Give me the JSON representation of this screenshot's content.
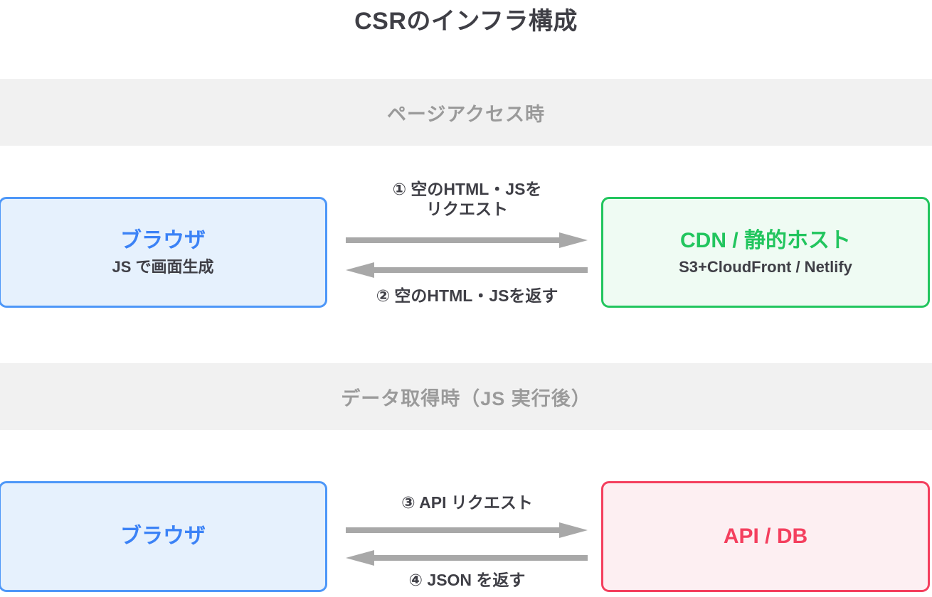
{
  "title": "CSRのインフラ構成",
  "colors": {
    "title_text": "#3f3f46",
    "band_bg": "#f1f1f1",
    "band_text": "#9a9a9a",
    "browser_border": "#4d97f8",
    "browser_bg": "#e6f1fd",
    "browser_text": "#3b82f6",
    "cdn_border": "#22c55e",
    "cdn_bg": "#effbf3",
    "cdn_text": "#22c55e",
    "api_border": "#f43f5e",
    "api_bg": "#fdeff2",
    "api_text": "#f43f5e",
    "arrow": "#a8a8a8",
    "body_text": "#3f3f46"
  },
  "sections": [
    {
      "band_label": "ページアクセス時",
      "left_node": {
        "title": "ブラウザ",
        "subtitle": "JS で画面生成"
      },
      "right_node": {
        "title": "CDN / 静的ホスト",
        "subtitle": "S3+CloudFront / Netlify"
      },
      "arrow_top_label": "① 空のHTML・JSを\nリクエスト",
      "arrow_bottom_label": "② 空のHTML・JSを返す"
    },
    {
      "band_label": "データ取得時（JS 実行後）",
      "left_node": {
        "title": "ブラウザ",
        "subtitle": ""
      },
      "right_node": {
        "title": "API / DB",
        "subtitle": ""
      },
      "arrow_top_label": "③ API リクエスト",
      "arrow_bottom_label": "④ JSON を返す"
    }
  ]
}
